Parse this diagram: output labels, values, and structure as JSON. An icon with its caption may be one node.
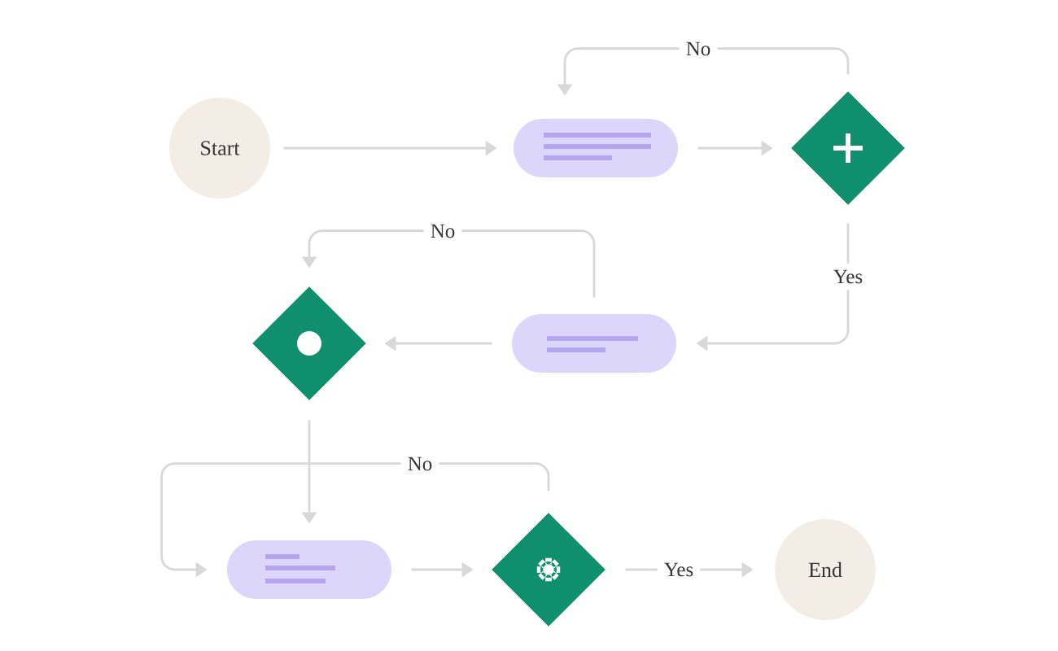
{
  "diagram": {
    "nodes": [
      {
        "text": [
          "Start"
        ]
      },
      {
        "text": [],
        "shape": "box"
      },
      {
        "text": [],
        "shape": "diamond"
      },
      {
        "text": [],
        "shape": "box"
      },
      {
        "text": [],
        "shape": "diamond"
      },
      {
        "text": [],
        "shape": "box"
      },
      {
        "text": [],
        "shape": "diamond"
      },
      {
        "text": [
          "End"
        ]
      }
    ],
    "edges": [
      {
        "from": 0,
        "to": 1,
        "arrow": "to"
      },
      {
        "from": 1,
        "to": 2,
        "arrow": "to"
      },
      {
        "from": 2,
        "to": 1,
        "arrow": "to",
        "label": "No"
      },
      {
        "from": 2,
        "to": 3,
        "arrow": "to",
        "label": "Yes"
      },
      {
        "from": 3,
        "to": 4,
        "arrow": "to"
      },
      {
        "from": 3,
        "to": 4,
        "arrow": "to",
        "label": "No"
      },
      {
        "from": 4,
        "to": 5,
        "arrow": "to"
      },
      {
        "from": 5,
        "to": 6,
        "arrow": "to"
      },
      {
        "from": 6,
        "to": 5,
        "arrow": "to",
        "label": "No"
      },
      {
        "from": 6,
        "to": 7,
        "arrow": "to",
        "label": "Yes"
      }
    ]
  }
}
